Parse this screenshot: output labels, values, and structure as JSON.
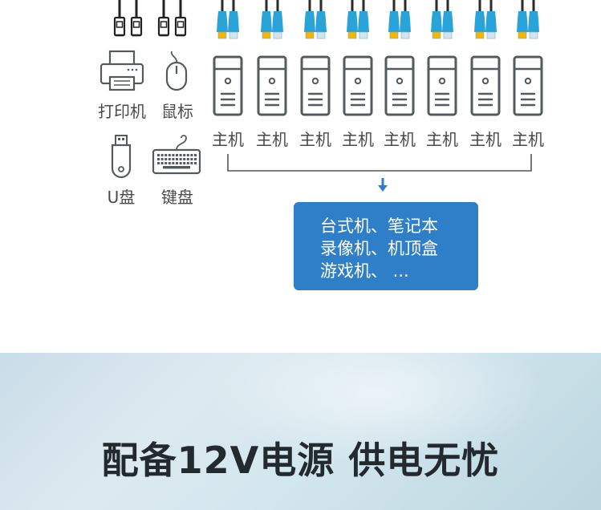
{
  "devices": {
    "printer": "打印机",
    "mouse": "鼠标",
    "usb_drive": "U盘",
    "keyboard": "键盘"
  },
  "hosts": [
    "主机",
    "主机",
    "主机",
    "主机",
    "主机",
    "主机",
    "主机",
    "主机"
  ],
  "callout": {
    "lines": [
      "台式机、笔记本",
      "录像机、机顶盒",
      "游戏机、 ..."
    ]
  },
  "banner": {
    "headline": "配备12V电源 供电无忧"
  },
  "colors": {
    "accent_blue": "#2f7fc8",
    "cable_blue": "#2aa3d8",
    "cable_yellow": "#f2b705",
    "icon_gray": "#555a5e"
  }
}
